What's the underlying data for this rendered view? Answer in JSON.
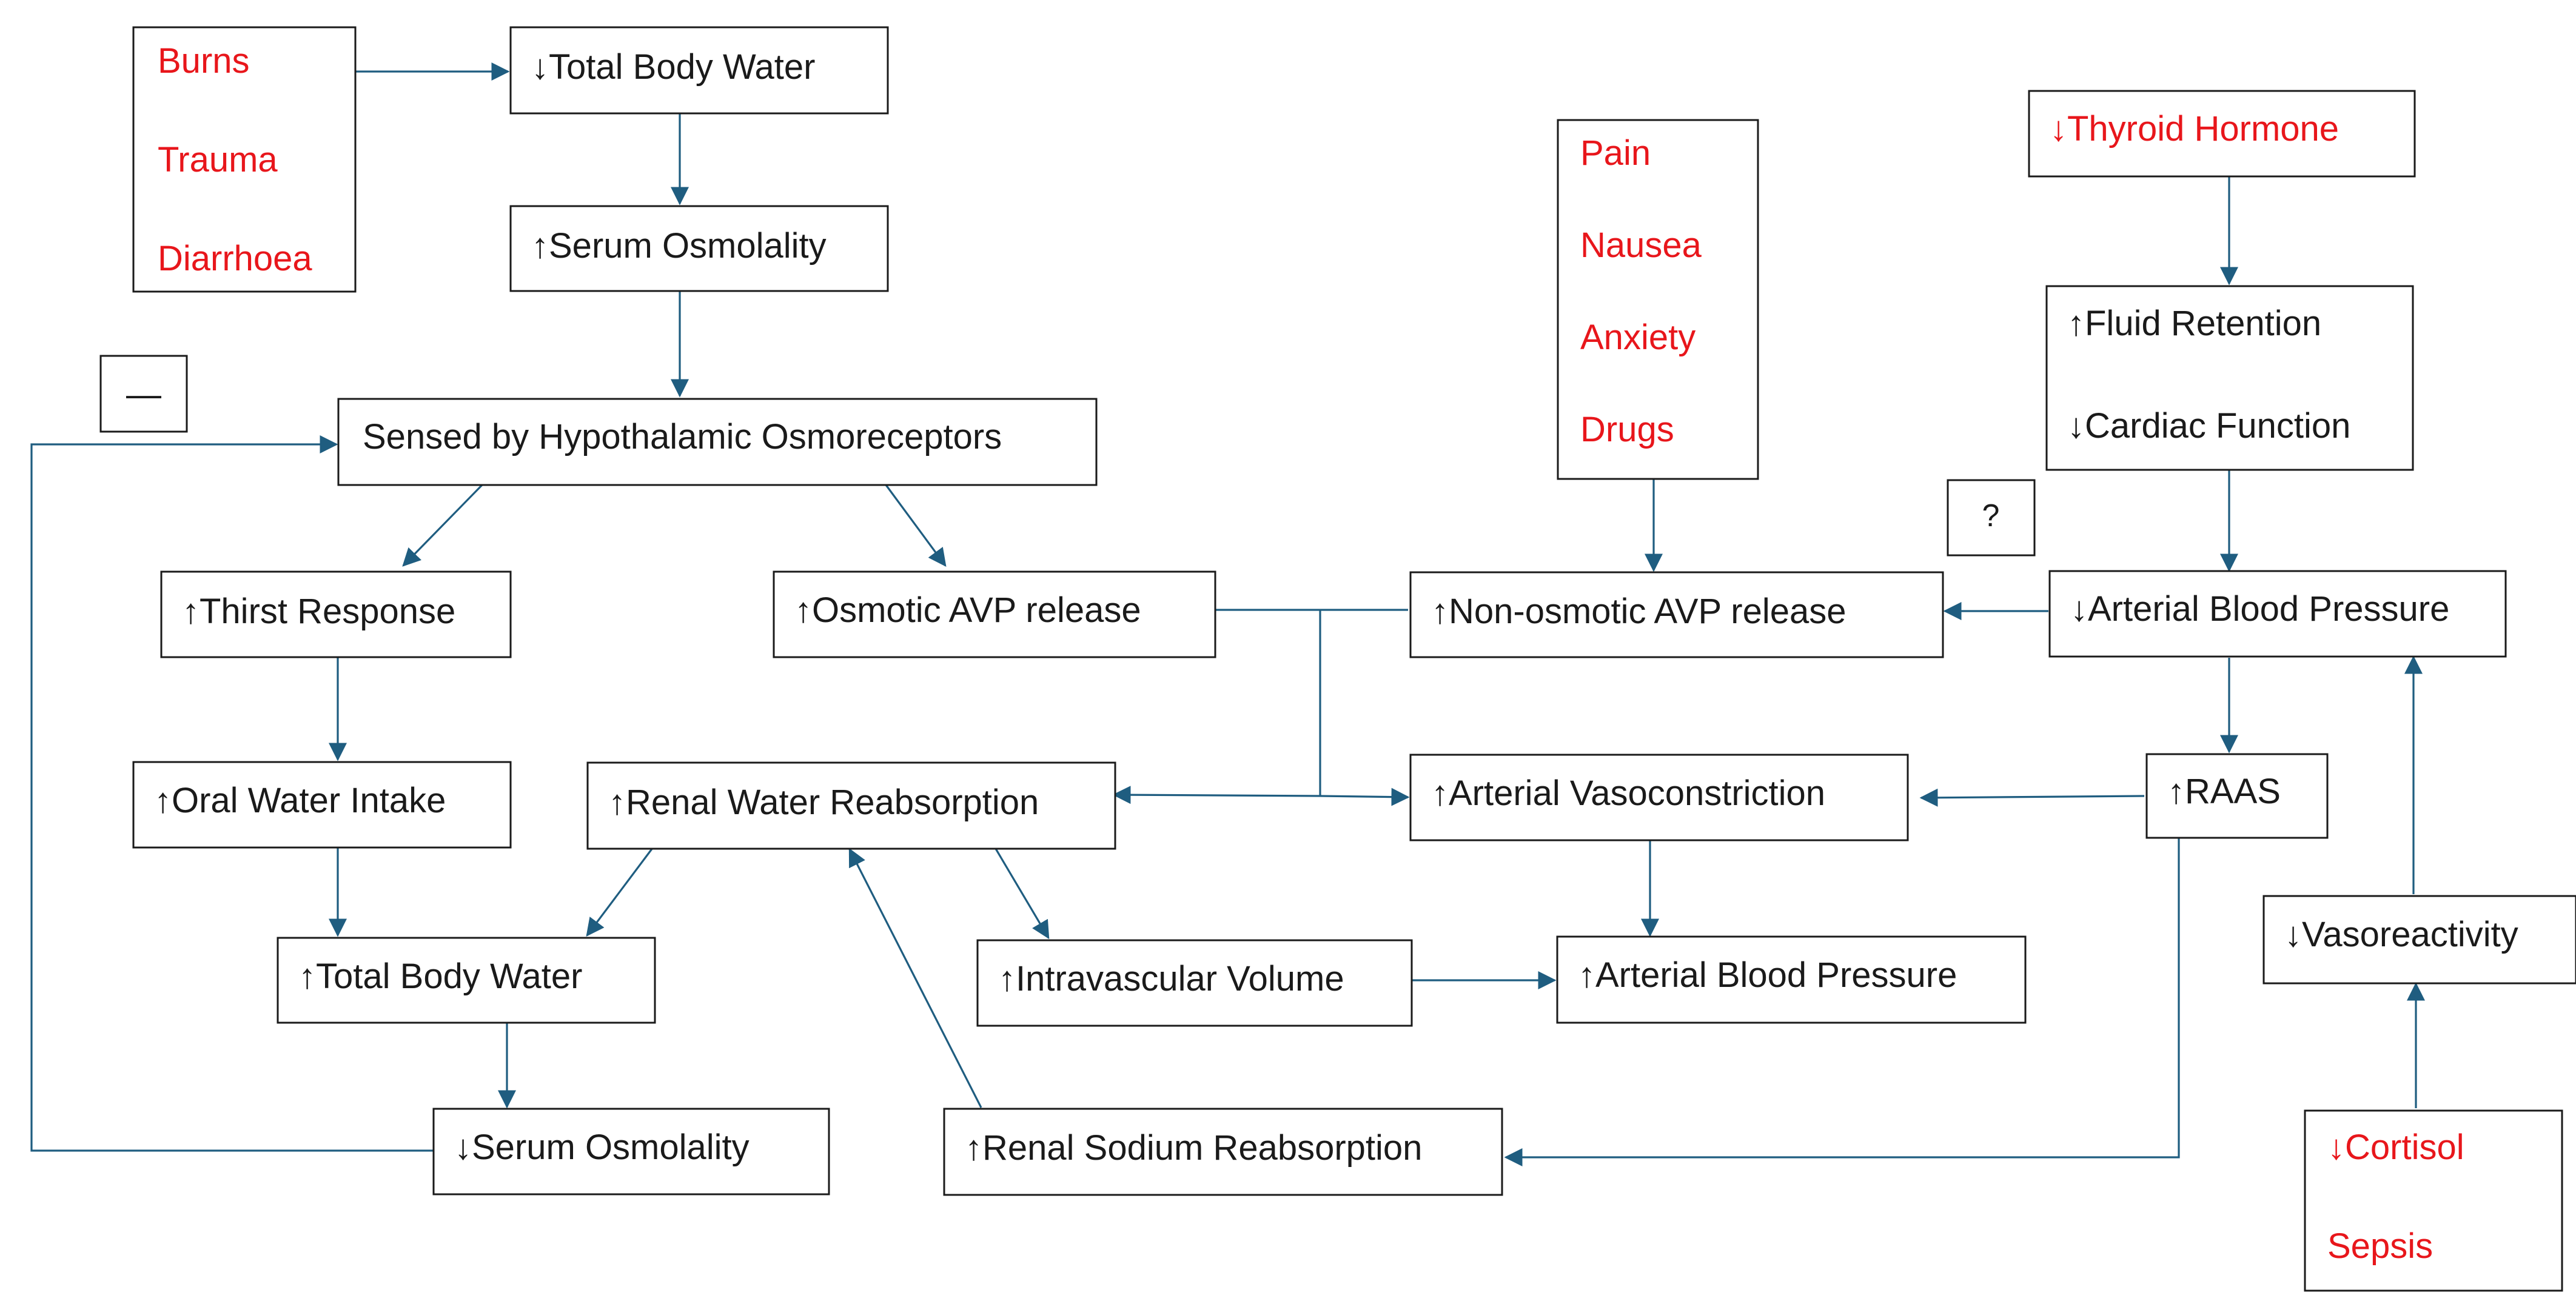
{
  "colors": {
    "black_text": "#1a1a1a",
    "red_text": "#e8161b",
    "arrow": "#1f5d80",
    "box_border": "#1a1a1a"
  },
  "nodes": {
    "causes_burns_trauma_diarrhoea": [
      "Burns",
      "Trauma",
      "Diarrhoea"
    ],
    "total_body_water_down": "↓Total Body Water",
    "serum_osmolality_up": "↑Serum Osmolality",
    "legend_minus": "—",
    "hypothalamic_osmoreceptors": "Sensed by Hypothalamic Osmoreceptors",
    "thirst_response_up": "↑Thirst Response",
    "osmotic_avp_release_up": "↑Osmotic AVP release",
    "oral_water_intake_up": "↑Oral Water Intake",
    "renal_water_reabsorption_up": "↑Renal Water Reabsorption",
    "total_body_water_up": "↑Total Body Water",
    "serum_osmolality_down": "↓Serum Osmolality",
    "intravascular_volume_up": "↑Intravascular Volume",
    "renal_sodium_reabsorption_up": "↑Renal Sodium Reabsorption",
    "causes_pain_nausea_anxiety_drugs": [
      "Pain",
      "Nausea",
      "Anxiety",
      "Drugs"
    ],
    "non_osmotic_avp_release_up": "↑Non-osmotic AVP release",
    "arterial_vasoconstriction_up": "↑Arterial Vasoconstriction",
    "arterial_blood_pressure_up": "↑Arterial Blood Pressure",
    "thyroid_hormone_down": "↓Thyroid Hormone",
    "fluid_retention_cardiac_function": [
      "↑Fluid Retention",
      "↓Cardiac Function"
    ],
    "question_mark": "?",
    "arterial_blood_pressure_down": "↓Arterial Blood Pressure",
    "raas_up": "↑RAAS",
    "vasoreactivity_down": "↓Vasoreactivity",
    "causes_cortisol_sepsis": [
      "↓Cortisol",
      "Sepsis"
    ]
  }
}
